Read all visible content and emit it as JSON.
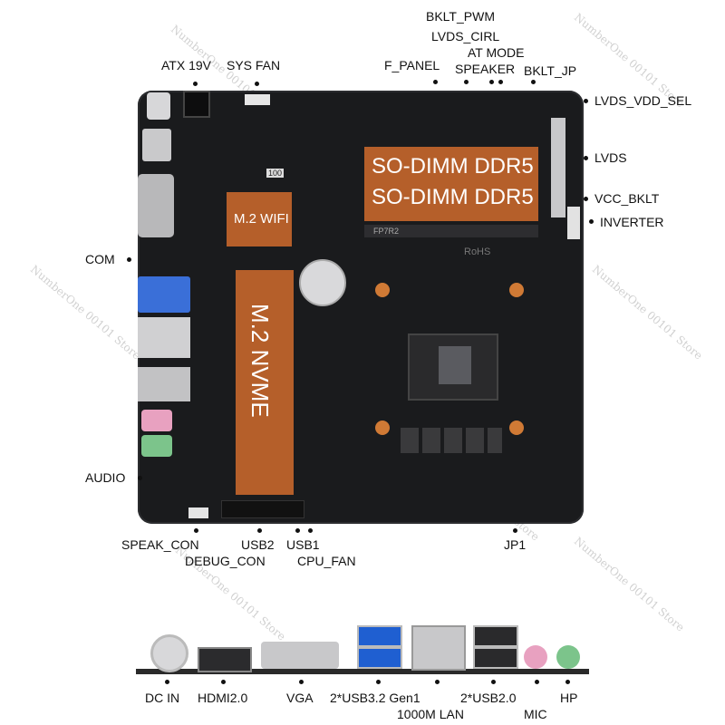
{
  "labels": {
    "atx": "ATX 19V",
    "sysfan": "SYS FAN",
    "fpanel": "F_PANEL",
    "bkltpwm": "BKLT_PWM",
    "lvdscirl": "LVDS_CIRL",
    "atmode": "AT MODE",
    "speaker": "SPEAKER",
    "bkltjp": "BKLT_JP",
    "lvdsvdd": "LVDS_VDD_SEL",
    "lvds": "LVDS",
    "vccbklt": "VCC_BKLT",
    "inverter": "INVERTER",
    "com": "COM",
    "audio": "AUDIO",
    "speakcon": "SPEAK_CON",
    "debugcon": "DEBUG_CON",
    "usb2": "USB2",
    "usb1": "USB1",
    "cpufan": "CPU_FAN",
    "jp1": "JP1"
  },
  "board_text": {
    "sodimm1": "SO-DIMM DDR5",
    "sodimm2": "SO-DIMM DDR5",
    "m2wifi": "M.2 WIFI",
    "m2nvme": "M.2 NVME",
    "fp7r2": "FP7R2",
    "rohs": "RoHS",
    "hundred": "100"
  },
  "io_labels": {
    "dcin": "DC IN",
    "hdmi": "HDMI2.0",
    "vga": "VGA",
    "usb32": "2*USB3.2 Gen1",
    "lan": "1000M LAN",
    "usb20": "2*USB2.0",
    "mic": "MIC",
    "hp": "HP"
  },
  "watermark": "NumberOne 00101 Store",
  "colors": {
    "board": "#1a1b1d",
    "highlight": "#b55f2a",
    "usb3_blue": "#1f5fd1",
    "mic_pink": "#e8a1c0",
    "hp_green": "#7cc48b"
  }
}
